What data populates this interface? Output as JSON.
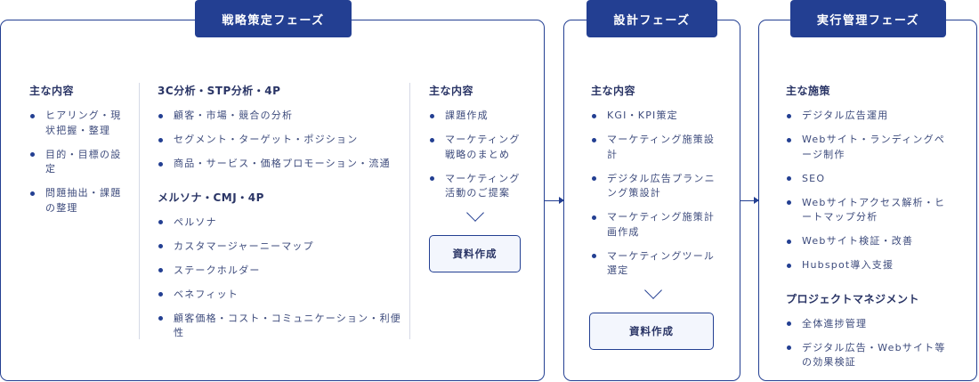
{
  "phases": [
    {
      "title": "戦略策定フェーズ",
      "col1": {
        "heading": "主な内容",
        "items": [
          "ヒアリング・現状把握・整理",
          "目的・目標の設定",
          "問題抽出・課題の整理"
        ]
      },
      "col2": {
        "heading1": "3C分析・STP分析・4P",
        "items1": [
          "顧客・市場・競合の分析",
          "セグメント・ターゲット・ポジション",
          "商品・サービス・価格プロモーション・流通"
        ],
        "heading2": "メルソナ・CMJ・4P",
        "items2": [
          "ペルソナ",
          "カスタマージャーニーマップ",
          "ステークホルダー",
          "ベネフィット",
          "顧客価格・コスト・コミュニケーション・利便性"
        ]
      },
      "col3": {
        "heading": "主な内容",
        "items": [
          "課題作成",
          "マーケティング戦略のまとめ",
          "マーケティング活動のご提案"
        ],
        "button": "資料作成"
      }
    },
    {
      "title": "設計フェーズ",
      "heading": "主な内容",
      "items": [
        "KGI・KPI策定",
        "マーケティング施策設計",
        "デジタル広告プランニング策設計",
        "マーケティング施策計画作成",
        "マーケティングツール選定"
      ],
      "button": "資料作成"
    },
    {
      "title": "実行管理フェーズ",
      "heading1": "主な施策",
      "items1": [
        "デジタル広告運用",
        "Webサイト・ランディングページ制作",
        "SEO",
        "Webサイトアクセス解析・ヒートマップ分析",
        "Webサイト検証・改善",
        "Hubspot導入支援"
      ],
      "heading2": "プロジェクトマネジメント",
      "items2": [
        "全体進捗管理",
        "デジタル広告・Webサイト等の効果検証"
      ]
    }
  ]
}
